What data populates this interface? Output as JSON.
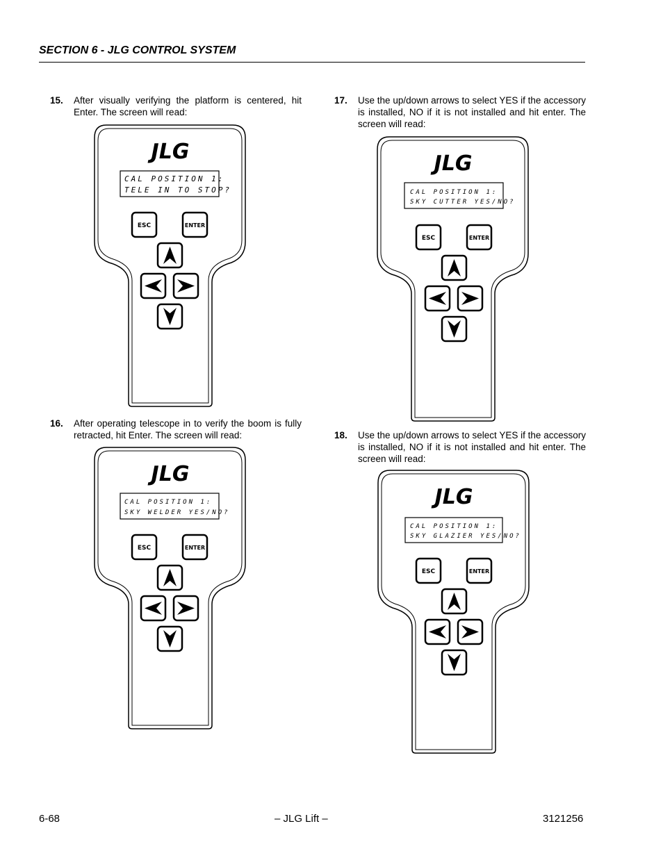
{
  "header": {
    "section": "SECTION 6 - JLG CONTROL SYSTEM"
  },
  "steps": [
    {
      "number": "15.",
      "text": "After visually verifying the platform is centered, hit Enter. The screen will read:",
      "display_lines": [
        "CAL POSITION 1:",
        "TELE IN TO STOP?"
      ]
    },
    {
      "number": "16.",
      "text": "After operating telescope in to verify the boom is fully retracted, hit Enter. The screen will read:",
      "display_lines": [
        "CAL POSITION 1:",
        "SKY WELDER YES/NO?"
      ]
    },
    {
      "number": "17.",
      "text": "Use the up/down arrows to select YES if the accessory is installed, NO if it is not installed and hit enter. The screen will read:",
      "display_lines": [
        "CAL POSITION 1:",
        "SKY CUTTER YES/NO?"
      ]
    },
    {
      "number": "18.",
      "text": "Use the up/down arrows to select YES if the accessory is installed, NO if it is not installed and hit enter. The screen will read:",
      "display_lines": [
        "CAL POSITION 1:",
        "SKY GLAZIER YES/NO?"
      ]
    }
  ],
  "device": {
    "logo": "JLG",
    "esc_label": "ESC",
    "enter_label": "ENTER",
    "icons": [
      "arrow-up-icon",
      "arrow-left-icon",
      "arrow-right-icon",
      "arrow-down-icon"
    ]
  },
  "footer": {
    "page_number": "6-68",
    "center": "– JLG Lift –",
    "doc_number": "3121256"
  }
}
